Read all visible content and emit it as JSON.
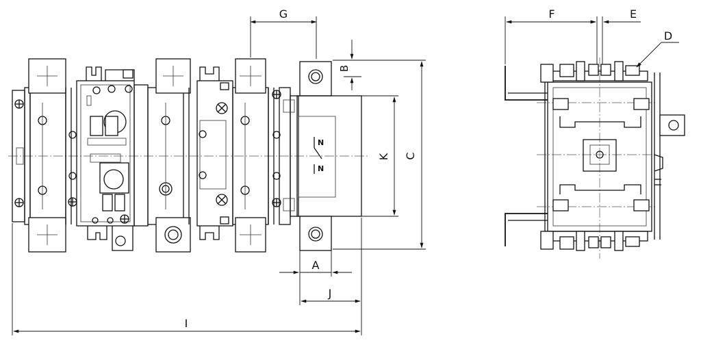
{
  "drawing": {
    "front_view": {
      "dimension_labels": {
        "A": "A",
        "B": "B",
        "C": "C",
        "G": "G",
        "I": "I",
        "J": "J",
        "K": "K"
      },
      "symbol_text": {
        "top": "N",
        "bottom": "N"
      }
    },
    "side_view": {
      "dimension_labels": {
        "D": "D",
        "E": "E",
        "F": "F"
      }
    }
  }
}
